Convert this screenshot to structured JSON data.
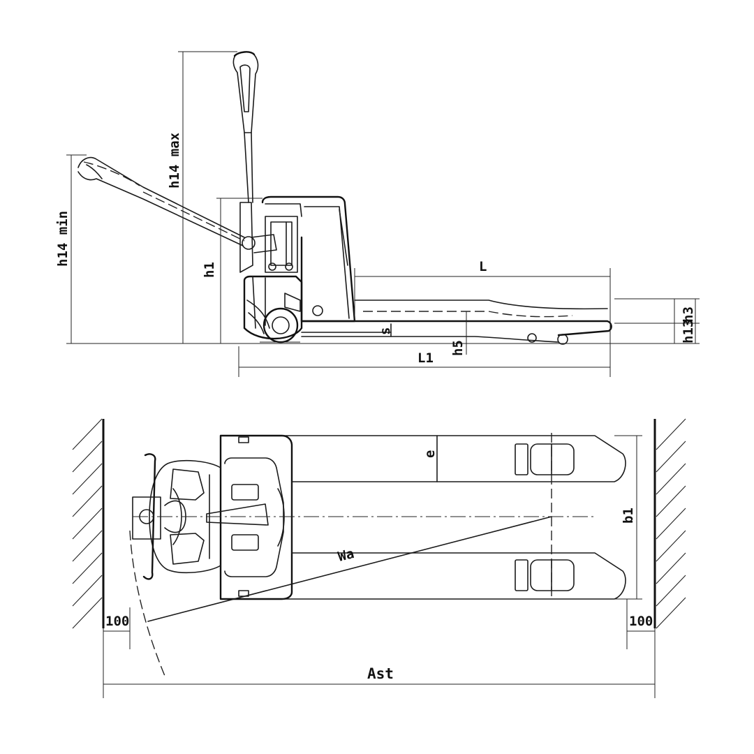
{
  "side_view": {
    "labels": {
      "h14_max": "h14 max",
      "h14_min": "h14 min",
      "h1": "h1",
      "L": "L",
      "h3": "h3",
      "h13": "h13",
      "s": "s",
      "h5": "h5",
      "L1": "L1"
    }
  },
  "top_view": {
    "labels": {
      "e": "e",
      "b1": "b1",
      "Wa": "Wa",
      "clearance_left": "100",
      "clearance_right": "100",
      "Ast": "Ast"
    }
  }
}
